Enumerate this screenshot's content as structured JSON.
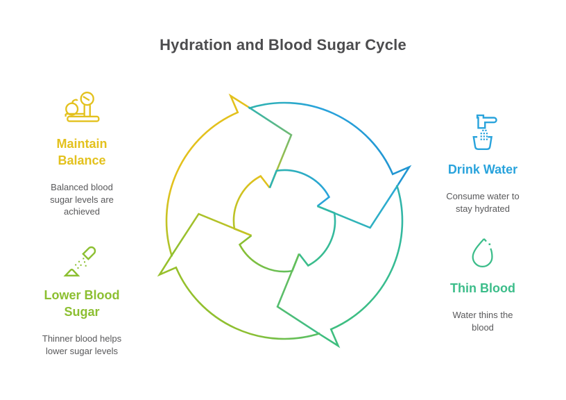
{
  "title": "Hydration and Blood Sugar Cycle",
  "items": [
    {
      "id": "maintain-balance",
      "heading": "Maintain Balance",
      "description": "Balanced blood sugar levels are achieved",
      "color": "#e3c11d",
      "icon": "scale-icon",
      "position": "top-left"
    },
    {
      "id": "drink-water",
      "heading": "Drink Water",
      "description": "Consume water to stay hydrated",
      "color": "#29a3dc",
      "icon": "faucet-glass-icon",
      "position": "top-right"
    },
    {
      "id": "thin-blood",
      "heading": "Thin Blood",
      "description": "Water thins the blood",
      "color": "#3cbd8a",
      "icon": "water-drop-icon",
      "position": "bottom-right"
    },
    {
      "id": "lower-blood-sugar",
      "heading": "Lower Blood Sugar",
      "description": "Thinner blood helps lower sugar levels",
      "color": "#8cbf31",
      "icon": "capsule-sugar-icon",
      "position": "bottom-left"
    }
  ],
  "diagram": {
    "type": "cycle",
    "direction": "clockwise",
    "segment_colors": [
      "#e3c11d",
      "#29a3dc",
      "#3cbd8a",
      "#8cbf31"
    ]
  },
  "colors": {
    "title_text": "#4c4c4e",
    "body_text": "#58585a",
    "background": "#ffffff"
  }
}
